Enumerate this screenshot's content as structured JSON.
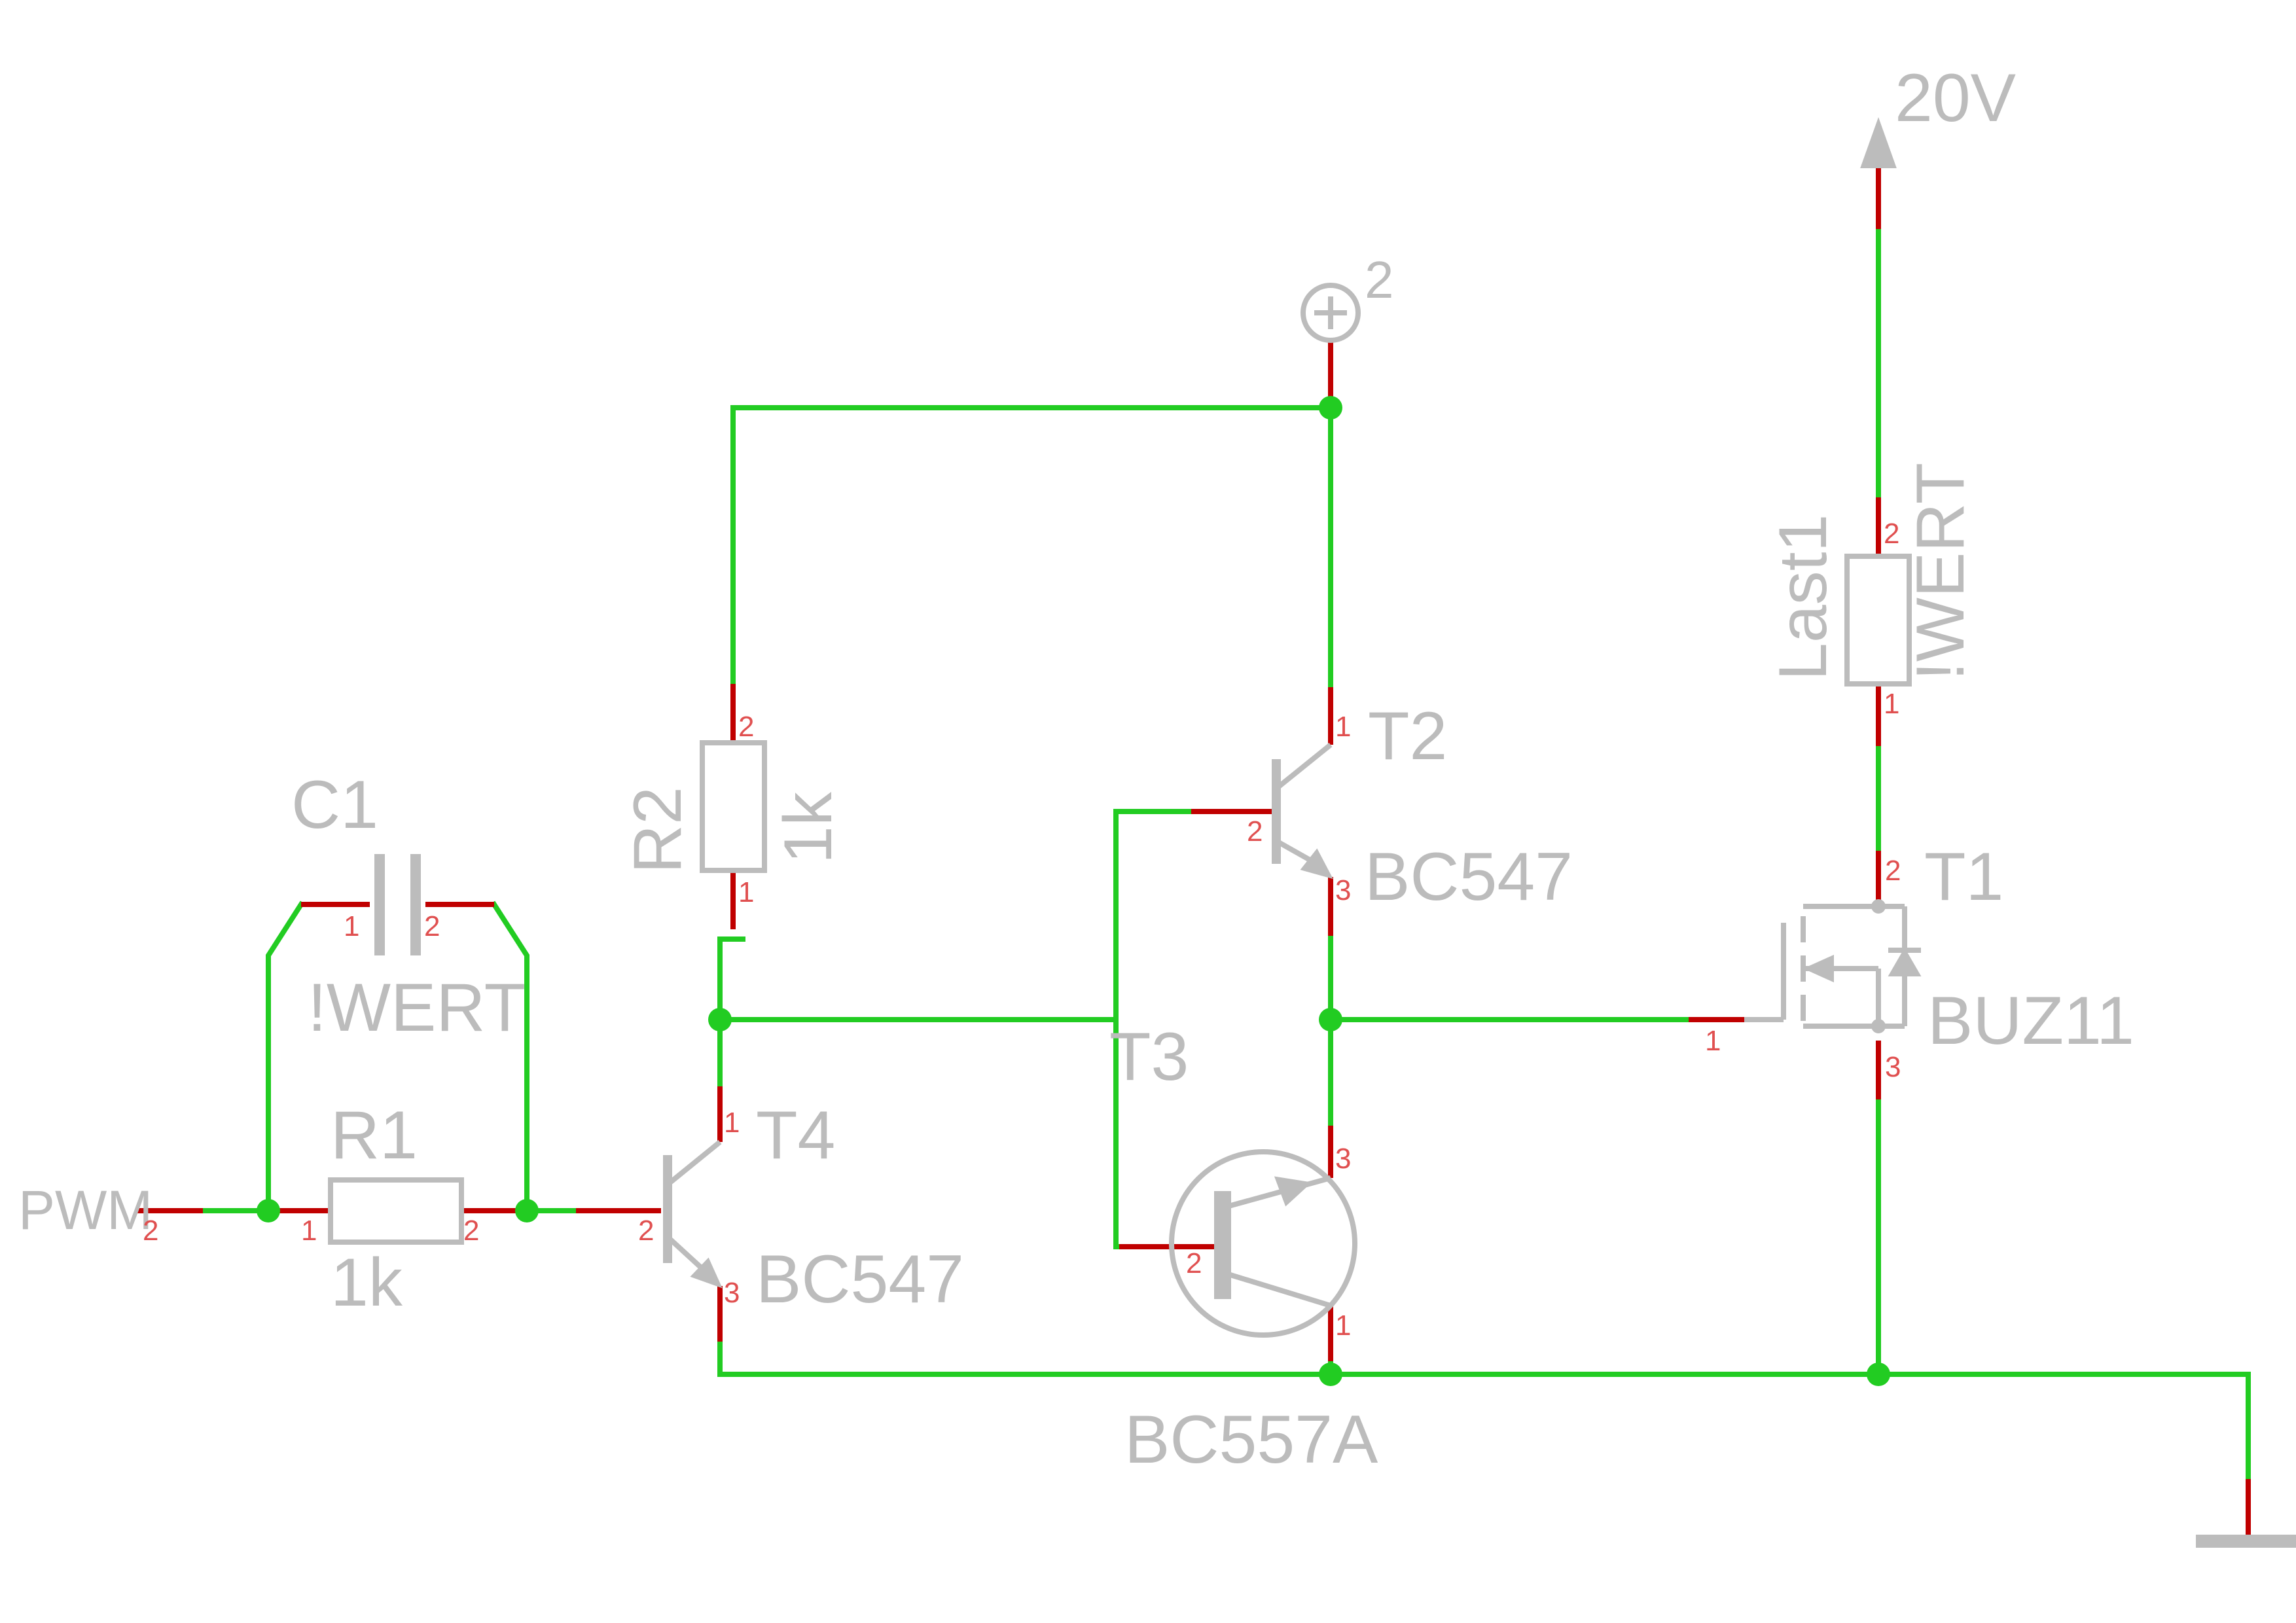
{
  "supply": {
    "name": "20V"
  },
  "supply_plus": {
    "name": "2"
  },
  "input": {
    "name": "PWM",
    "pin": "2"
  },
  "components": {
    "C1": {
      "name": "C1",
      "value": "!WERT",
      "pin1": "1",
      "pin2": "2"
    },
    "R1": {
      "name": "R1",
      "value": "1k",
      "pin1": "1",
      "pin2": "2"
    },
    "R2": {
      "name": "R2",
      "value": "1k",
      "pin1": "1",
      "pin2": "2"
    },
    "T4": {
      "name": "T4",
      "value": "BC547",
      "pin1": "1",
      "pin2": "2",
      "pin3": "3"
    },
    "T2": {
      "name": "T2",
      "value": "BC547",
      "pin1": "1",
      "pin2": "2",
      "pin3": "3"
    },
    "T3": {
      "name": "T3",
      "value": "BC557A",
      "pin1": "1",
      "pin2": "2",
      "pin3": "3"
    },
    "T1": {
      "name": "T1",
      "value": "BUZ11",
      "pin1": "1",
      "pin2": "2",
      "pin3": "3"
    },
    "Last1": {
      "name": "Last1",
      "value": "!WERT",
      "pin1": "1",
      "pin2": "2"
    }
  },
  "colors": {
    "wire": "#22cc22",
    "pin": "#c00000",
    "symbol": "#bcbcbc",
    "pin_number": "#e05050"
  }
}
